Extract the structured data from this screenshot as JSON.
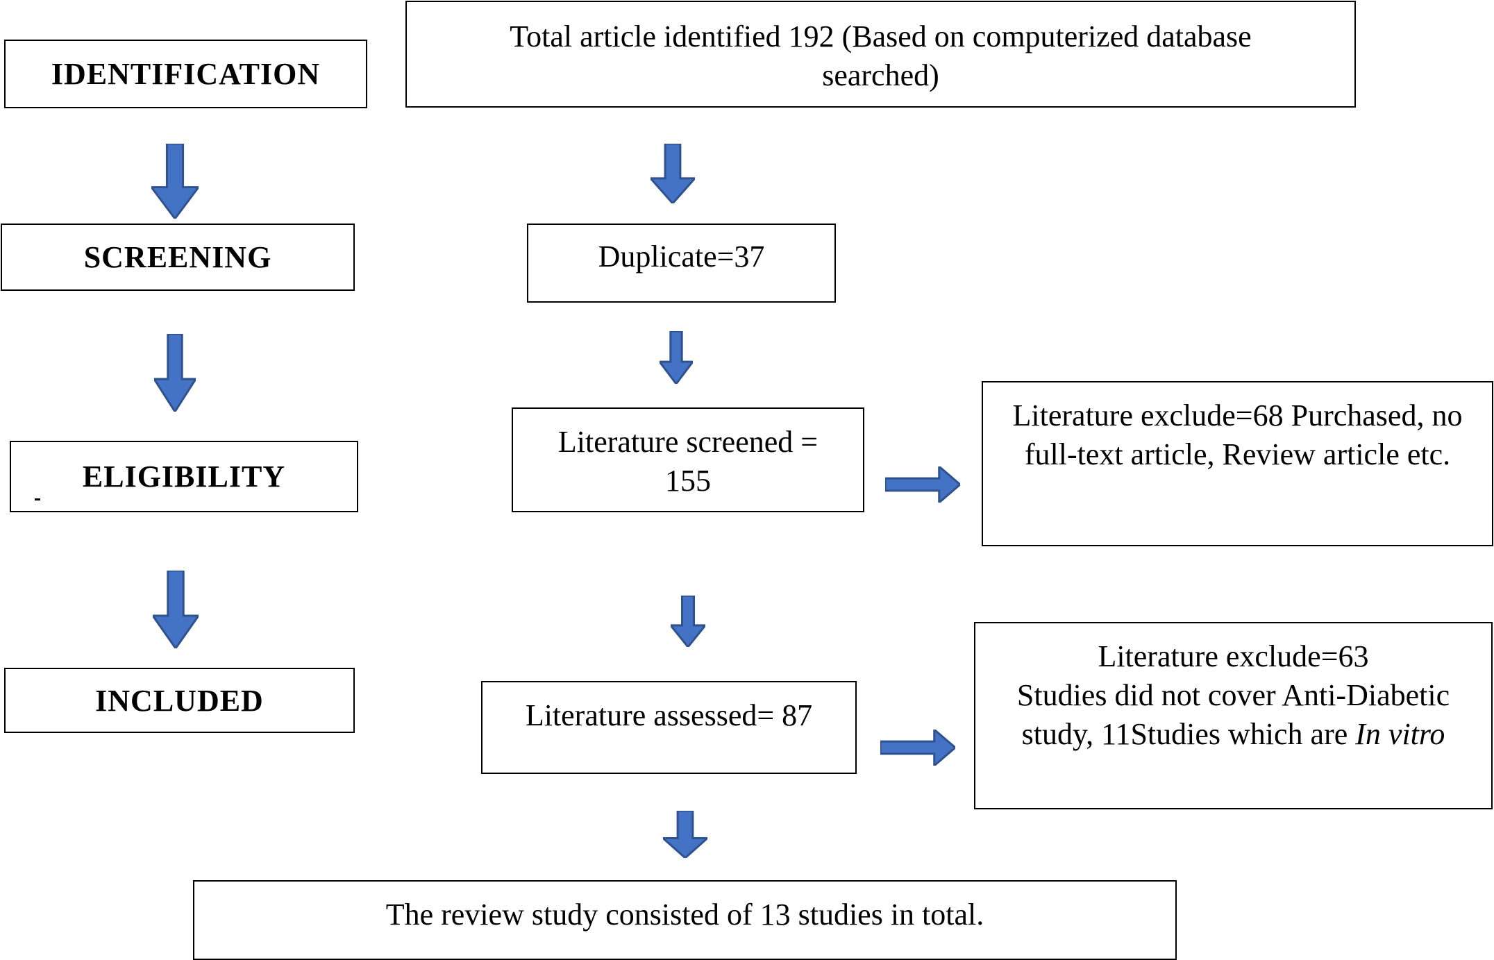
{
  "stages": {
    "identification": "IDENTIFICATION",
    "screening": "SCREENING",
    "eligibility": "ELIGIBILITY",
    "included": "INCLUDED"
  },
  "boxes": {
    "identified": "Total article identified 192 (Based on computerized database searched)",
    "duplicate": "Duplicate=37",
    "screened": "Literature screened = 155",
    "exclude1": "Literature exclude=68 Purchased, no full-text article, Review article etc.",
    "assessed": "Literature assessed= 87",
    "exclude2_line1": "Literature exclude=63",
    "exclude2_line2": "Studies did not cover Anti-Diabetic study, 11Studies which are",
    "exclude2_italic": "In vitro",
    "final": "The review study consisted of 13 studies in total."
  },
  "colors": {
    "arrow_fill": "#4472C4",
    "arrow_stroke": "#2F528F",
    "border": "#000000"
  }
}
